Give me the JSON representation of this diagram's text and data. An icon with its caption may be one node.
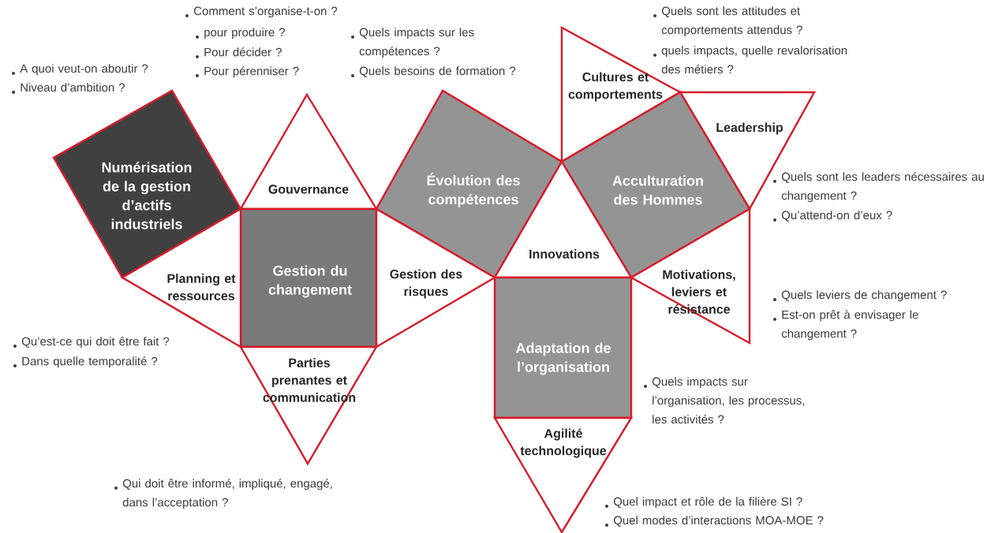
{
  "diagram": {
    "nodes": [
      {
        "text": [
          "Numérisation de la gestion d’actifs industriels"
        ]
      },
      {
        "text": [
          "Gouvernance"
        ]
      },
      {
        "text": [
          "Évolution des compétences"
        ]
      },
      {
        "text": [
          "Cultures et comportements"
        ]
      },
      {
        "text": [
          "Leadership"
        ]
      },
      {
        "text": [
          "Acculturation des Hommes"
        ]
      },
      {
        "text": [
          "Gestion du changement"
        ]
      },
      {
        "text": [
          "Planning et ressources"
        ]
      },
      {
        "text": [
          "Gestion des risques"
        ]
      },
      {
        "text": [
          "Innovations"
        ]
      },
      {
        "text": [
          "Motivations, leviers et résistance"
        ]
      },
      {
        "text": [
          "Adaptation de l’organisation"
        ]
      },
      {
        "text": [
          "Parties prenantes et communication"
        ]
      },
      {
        "text": [
          "Agilité technologique"
        ]
      }
    ],
    "labels": [
      "Comment s’organise-t-on ?",
      "Quels sont les attitudes et comportements attendus ?",
      "pour produire ?",
      "Quels impacts sur les compétences ?",
      "quels impacts, quelle revalorisation des métiers ?",
      "Pour décider ?",
      "A quoi veut-on aboutir ?",
      "Pour pérenniser ?",
      "Quels besoins de formation ?",
      "Niveau d’ambition ?",
      "Quels sont les leaders nécessaires au changement ?",
      "Qu’attend-on d’eux ?",
      "Quels leviers de changement ?",
      "Est-on prêt à envisager le changement ?",
      "Qu’est-ce qui doit être fait ?",
      "Dans quelle temporalité ?",
      "Quels impacts sur l’organisation, les processus, les activités ?",
      "Qui doit être informé, impliqué, engagé, dans l’acceptation ?",
      "Quel impact et rôle de la filière SI ?",
      "Quel modes d’interactions MOA-MOE ?"
    ]
  }
}
